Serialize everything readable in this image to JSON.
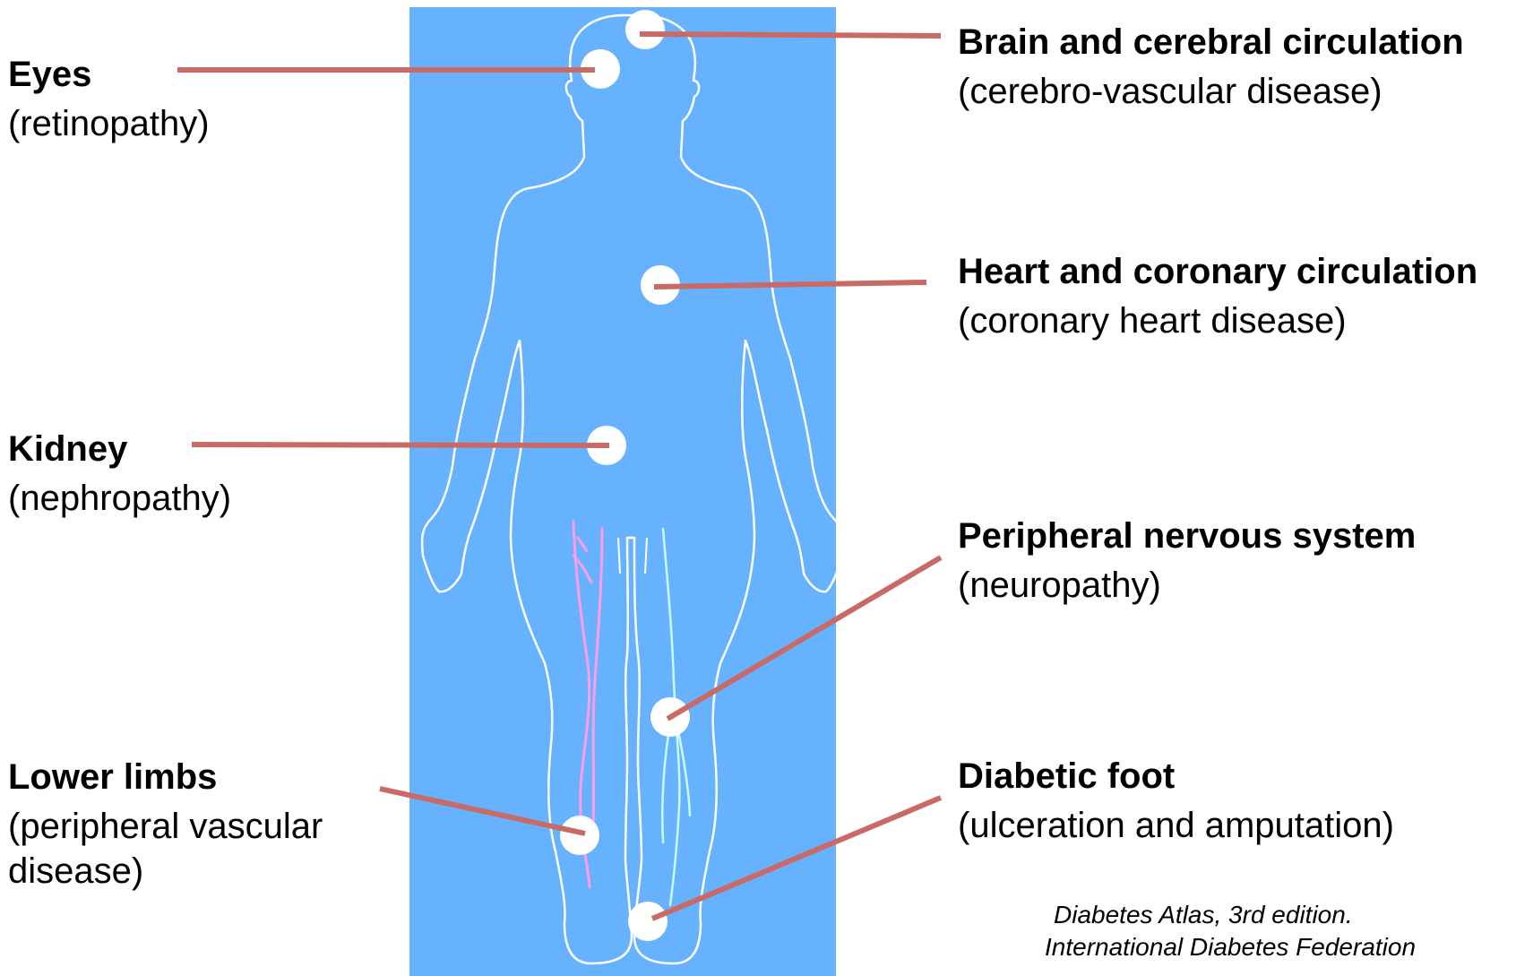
{
  "colors": {
    "panel": "#66b2ff",
    "outline": "#ffffff",
    "connector": "#c96a66",
    "vessel": "#ff9ce6",
    "nerve": "#c8fbff",
    "text": "#000000"
  },
  "callouts": {
    "eyes": {
      "title": "Eyes",
      "subtitle": "(retinopathy)"
    },
    "kidney": {
      "title": "Kidney",
      "subtitle": "(nephropathy)"
    },
    "lower_limbs": {
      "title": "Lower limbs",
      "subtitle": "(peripheral vascular disease)"
    },
    "brain": {
      "title": "Brain and cerebral circulation",
      "subtitle": "(cerebro-vascular disease)"
    },
    "heart": {
      "title": "Heart and coronary circulation",
      "subtitle": "(coronary heart disease)"
    },
    "peripheral_nervous": {
      "title": "Peripheral nervous system",
      "subtitle": "(neuropathy)"
    },
    "diabetic_foot": {
      "title": "Diabetic foot",
      "subtitle": "(ulceration and amputation)"
    }
  },
  "citation": {
    "line1": "Diabetes Atlas, 3rd edition.",
    "line2": "International Diabetes Federation"
  },
  "icons": [
    "human-body-outline",
    "marker-dot",
    "connector-line"
  ]
}
